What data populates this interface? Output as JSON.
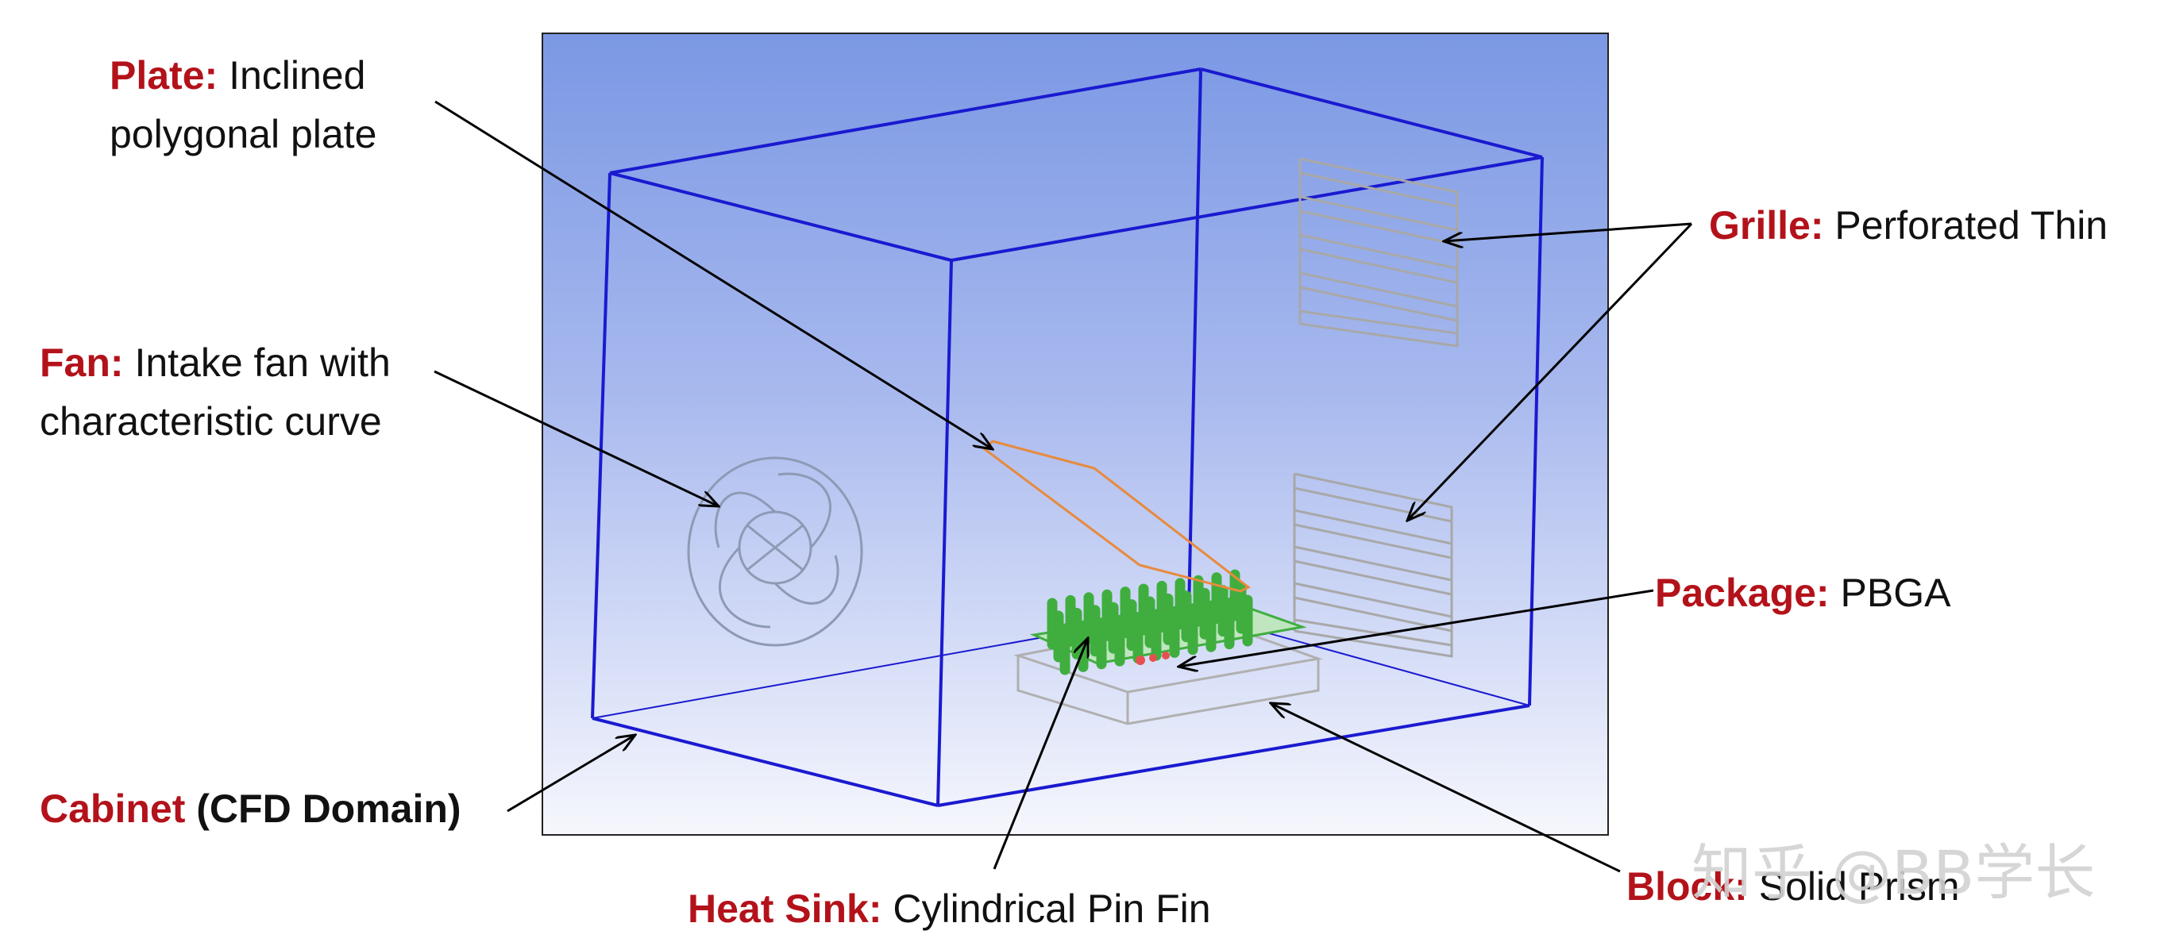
{
  "colors": {
    "label_key": "#b3121a",
    "label_text": "#111111",
    "cabinet_edges": "#1a1ad0",
    "plate": "#e88a3c",
    "heat_sink": "#3fae3f",
    "grille": "#a8a8a8",
    "fan": "#8e9ab4",
    "block": "#b0b0b0",
    "background_top": "#7b98e4",
    "background_bottom": "#f6f7fd"
  },
  "labels": {
    "plate": {
      "key": "Plate:",
      "text_line1": "Inclined",
      "text_line2": "polygonal plate"
    },
    "fan": {
      "key": "Fan:",
      "text_line1": "Intake fan with",
      "text_line2": "characteristic curve"
    },
    "cabinet": {
      "key": "Cabinet",
      "text": "(CFD Domain)"
    },
    "grille": {
      "key": "Grille:",
      "text": "Perforated Thin"
    },
    "package": {
      "key": "Package:",
      "text": "PBGA"
    },
    "heat_sink": {
      "key": "Heat Sink:",
      "text": "Cylindrical Pin Fin"
    },
    "block": {
      "key": "Block:",
      "text": "Solid Prism"
    }
  },
  "watermark": "知乎 @BB学长",
  "icons": [
    "fan-icon",
    "grille-icon",
    "heat-sink-icon",
    "block-icon",
    "plate-icon"
  ]
}
